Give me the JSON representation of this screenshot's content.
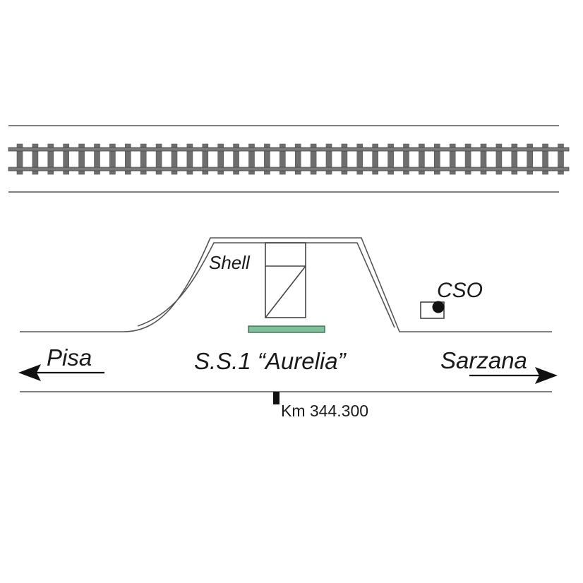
{
  "labels": {
    "shell": "Shell",
    "cso": "CSO",
    "road_name": "S.S.1 “Aurelia”",
    "west_destination": "Pisa",
    "east_destination": "Sarzana",
    "km_marker": "Km 344.300"
  },
  "colors": {
    "line": "#1a1a1a",
    "rail": "#7a7a7a",
    "tie": "#6e6e6e",
    "station_outline": "#555555",
    "planter_fill": "#7fbf9a",
    "planter_border": "#3f6f55"
  }
}
